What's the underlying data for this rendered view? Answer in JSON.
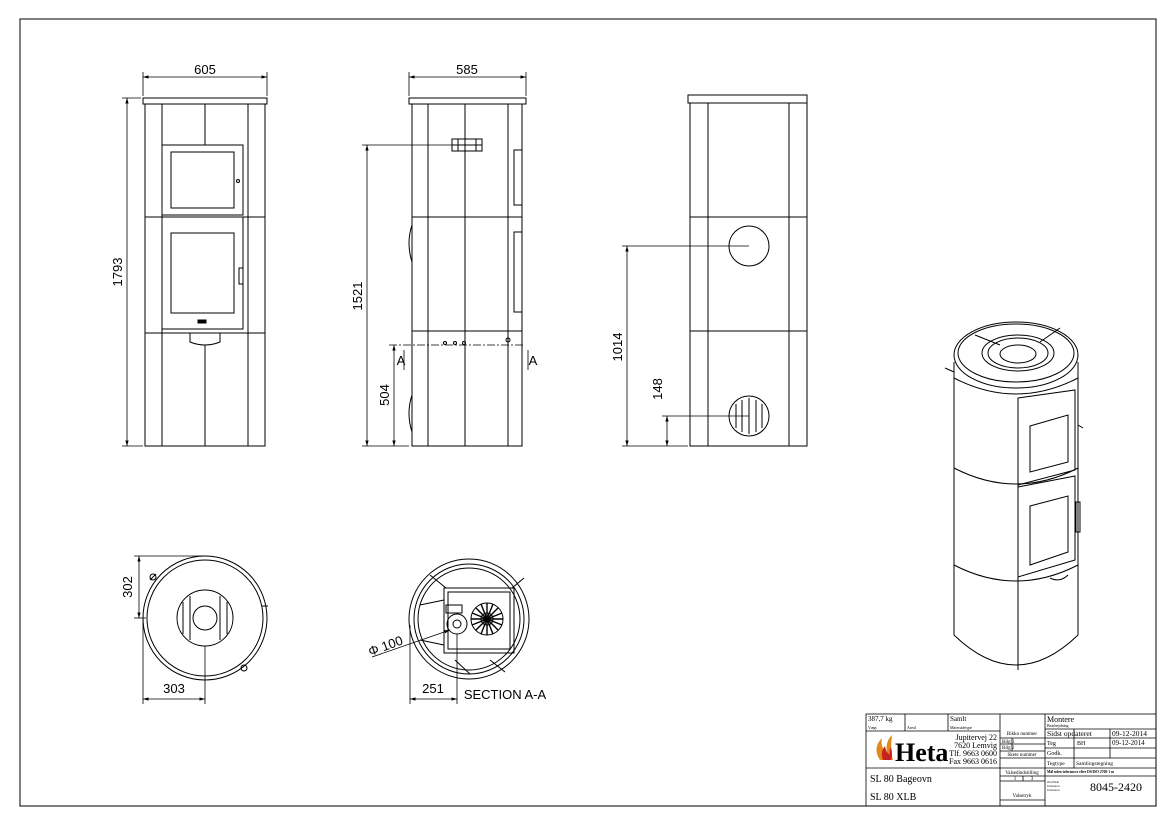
{
  "drawing": {
    "front_view": {
      "width": "605",
      "height": "1793"
    },
    "side_view": {
      "width": "585",
      "height_connection": "1521",
      "height_section": "504",
      "section_mark": "A"
    },
    "rear_view": {
      "height_upper": "1014",
      "height_lower": "148"
    },
    "top_view": {
      "depth": "302",
      "width": "303"
    },
    "section_view": {
      "diameter": "Φ 100",
      "offset": "251",
      "label": "SECTION A-A"
    },
    "small_logo": "Heta"
  },
  "title_block": {
    "weight": "387,7 kg",
    "weight_label": "Vægt",
    "scale_label": "Areal",
    "material": "Samlt",
    "material_label": "Materialetype",
    "logo": "Heta",
    "address": [
      "Jupitervej 22",
      "7620 Lemvig",
      "Tlf. 9663 0600",
      "Fax 9663 0616"
    ],
    "drawing_no_label": "Bikko nummer",
    "bilag1": "Bilg 1",
    "bilag2": "Bilg 2",
    "scale_no_label": "Skete nummer",
    "status": "Montere",
    "status_label": "Bearbejdning",
    "updated_label": "Sidst opdateret",
    "updated_date": "09-12-2014",
    "drawn_label": "Teg",
    "drawn_by": "BH",
    "drawn_date": "09-12-2014",
    "approved_label": "Godk.",
    "drawing_type_label": "Tegtype",
    "drawing_type": "Samlingstegning",
    "scale_heading": "Valsedindstilling",
    "scale_a": "1",
    "scale_b": "3",
    "tolerance": "Mål uden tolerancer efter DS/ISO 2768-1 m",
    "notes": [
      "Overflade",
      "Tolerancer",
      "Tolerancer"
    ],
    "scale_bottom": "Valsetryk",
    "product_1": "SL 80 Bageovn",
    "product_2": "SL 80 XLB",
    "number": "8045-2420"
  }
}
